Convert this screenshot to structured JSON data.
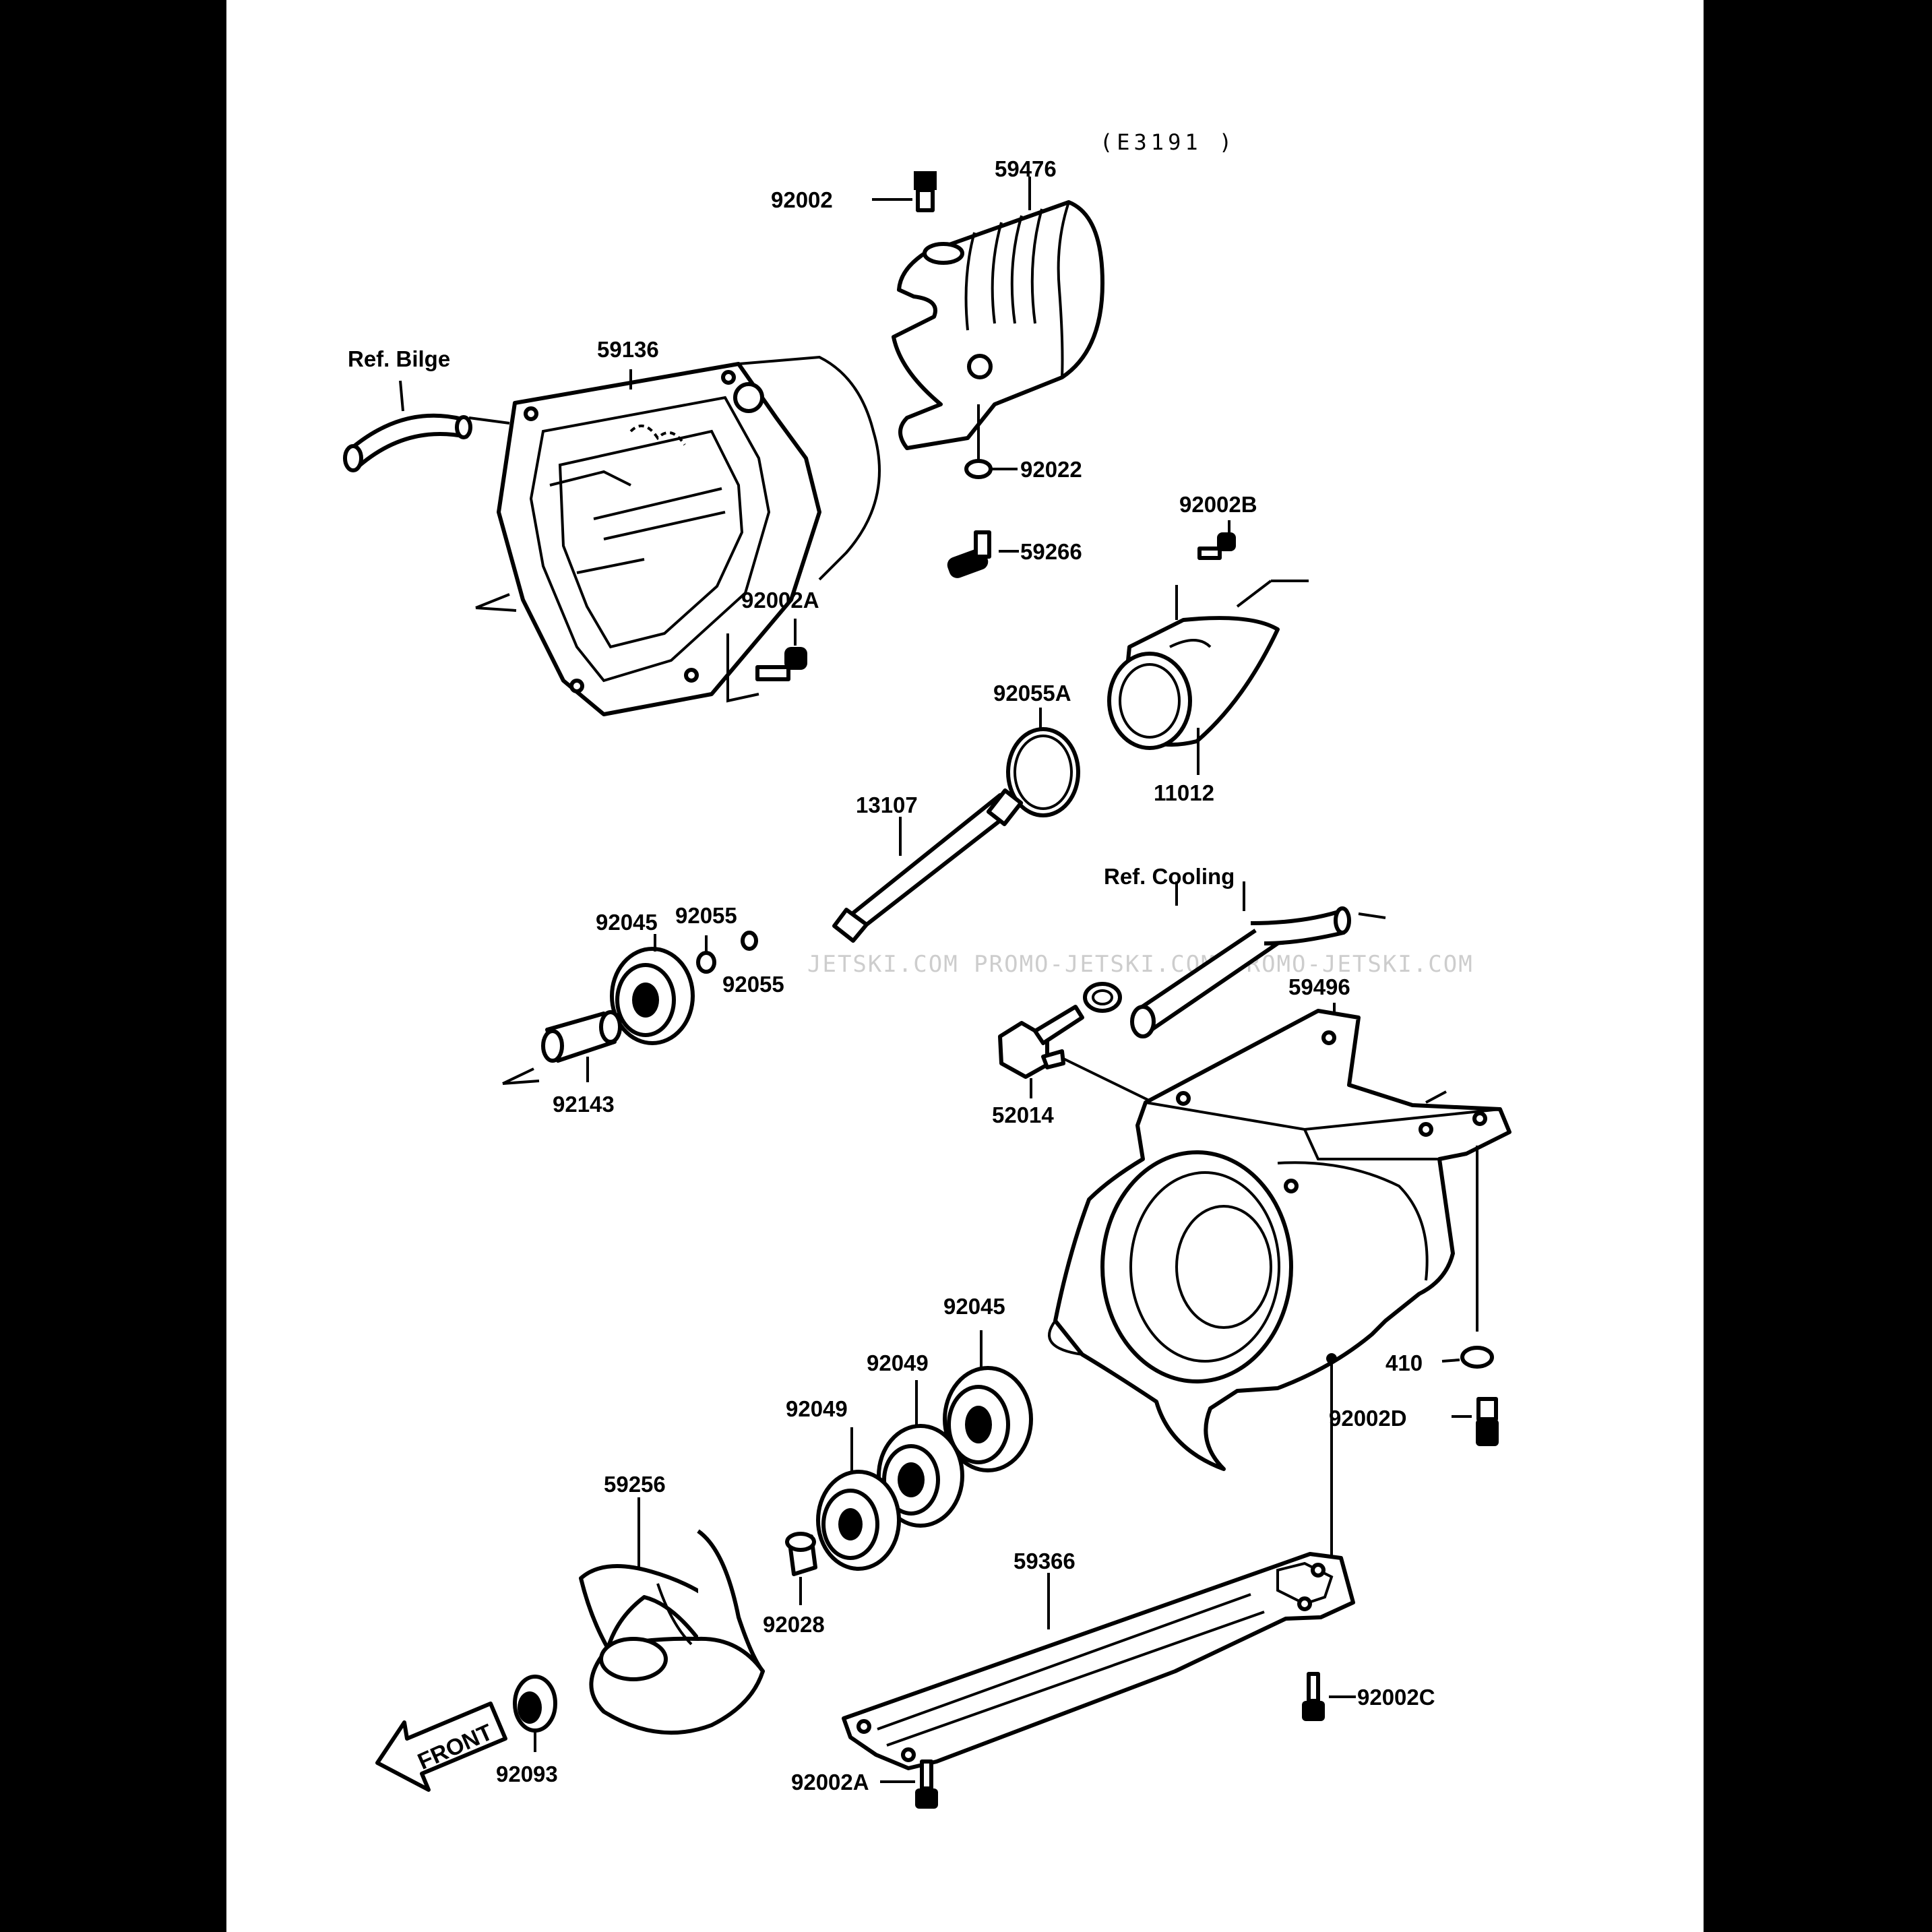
{
  "diagram": {
    "code": "(E3191 )",
    "references": {
      "bilge": "Ref. Bilge",
      "cooling": "Ref. Cooling"
    },
    "front_label": "FRONT",
    "watermark": "JETSKI.COM  PROMO-JETSKI.COM  PROMO-JETSKI.COM",
    "parts": [
      {
        "id": "92002",
        "label": "92002"
      },
      {
        "id": "59476",
        "label": "59476"
      },
      {
        "id": "59136",
        "label": "59136"
      },
      {
        "id": "92022",
        "label": "92022"
      },
      {
        "id": "92002B",
        "label": "92002B"
      },
      {
        "id": "59266",
        "label": "59266"
      },
      {
        "id": "92002A-top",
        "label": "92002A"
      },
      {
        "id": "92055A",
        "label": "92055A"
      },
      {
        "id": "11012",
        "label": "11012"
      },
      {
        "id": "13107",
        "label": "13107"
      },
      {
        "id": "92045-top",
        "label": "92045"
      },
      {
        "id": "92055-a",
        "label": "92055"
      },
      {
        "id": "92055-b",
        "label": "92055"
      },
      {
        "id": "59496",
        "label": "59496"
      },
      {
        "id": "92143",
        "label": "92143"
      },
      {
        "id": "52014",
        "label": "52014"
      },
      {
        "id": "92045-bottom",
        "label": "92045"
      },
      {
        "id": "410",
        "label": "410"
      },
      {
        "id": "92049-a",
        "label": "92049"
      },
      {
        "id": "92002D",
        "label": "92002D"
      },
      {
        "id": "92049-b",
        "label": "92049"
      },
      {
        "id": "59256",
        "label": "59256"
      },
      {
        "id": "59366",
        "label": "59366"
      },
      {
        "id": "92028",
        "label": "92028"
      },
      {
        "id": "92002C",
        "label": "92002C"
      },
      {
        "id": "92093",
        "label": "92093"
      },
      {
        "id": "92002A-bottom",
        "label": "92002A"
      }
    ]
  }
}
